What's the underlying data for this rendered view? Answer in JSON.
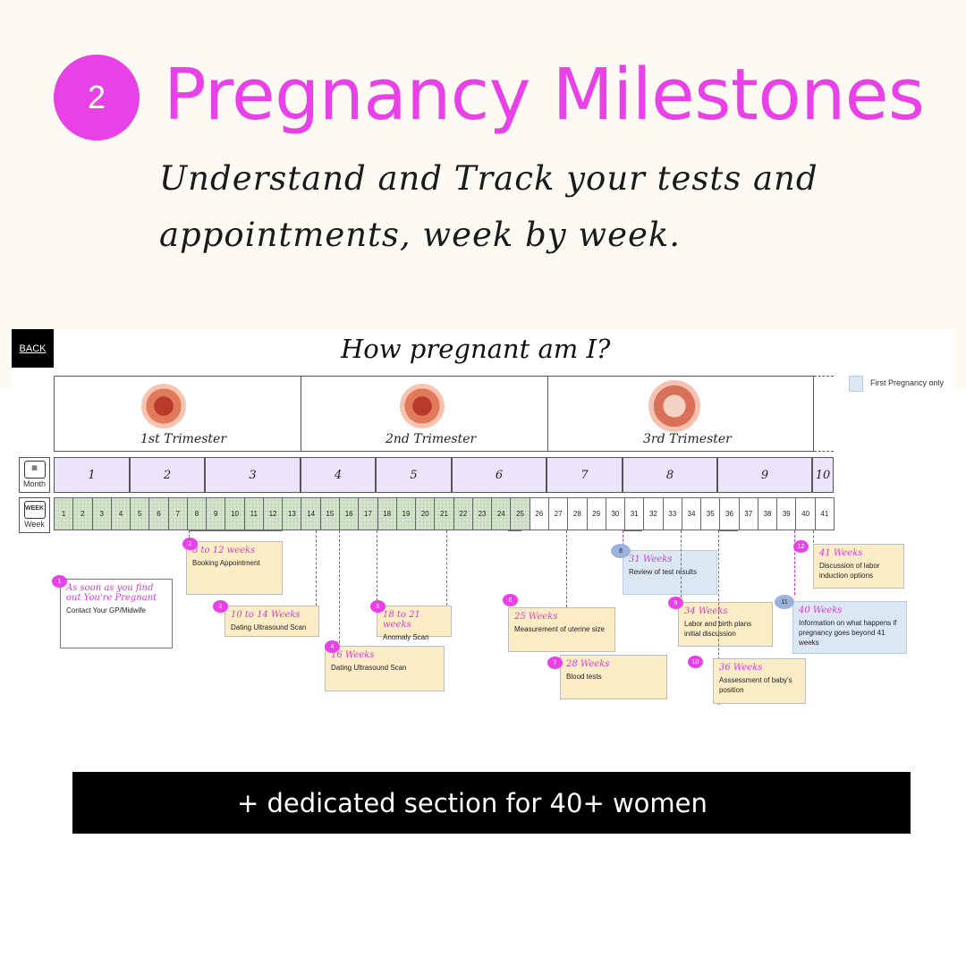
{
  "header": {
    "step_number": "2",
    "title": "Pregnancy Milestones",
    "subtitle": "Understand and Track your tests and appointments, week by week."
  },
  "sheet": {
    "back_label": "BACK",
    "title": "How pregnant am I?",
    "legend_label": "First Pregnancy only",
    "month_row_label": "Month",
    "week_row_label": "Week",
    "trimesters": [
      "1st Trimester",
      "2nd Trimester",
      "3rd Trimester"
    ],
    "months": [
      "1",
      "2",
      "3",
      "4",
      "5",
      "6",
      "7",
      "8",
      "9",
      "10"
    ],
    "weeks": [
      "1",
      "2",
      "3",
      "4",
      "5",
      "6",
      "7",
      "8",
      "9",
      "10",
      "11",
      "12",
      "13",
      "14",
      "15",
      "16",
      "17",
      "18",
      "19",
      "20",
      "21",
      "22",
      "23",
      "24",
      "25",
      "26",
      "27",
      "28",
      "29",
      "30",
      "31",
      "32",
      "33",
      "34",
      "35",
      "36",
      "37",
      "38",
      "39",
      "40",
      "41"
    ]
  },
  "milestones": [
    {
      "num": "1",
      "week": "As soon as you find out You're Pregnant",
      "desc": "Contact Your GP/Midwife",
      "style": "white"
    },
    {
      "num": "2",
      "week": "8 to 12 weeks",
      "desc": "Booking Appointment",
      "style": "yellow"
    },
    {
      "num": "3",
      "week": "10 to 14 Weeks",
      "desc": "Dating Ultrasound Scan",
      "style": "yellow"
    },
    {
      "num": "4",
      "week": "16 Weeks",
      "desc": "Dating Ultrasound Scan",
      "style": "yellow"
    },
    {
      "num": "5",
      "week": "18 to 21 weeks",
      "desc": "Anomaly Scan",
      "style": "yellow"
    },
    {
      "num": "6",
      "week": "25 Weeks",
      "desc": "Measurement of uterine size",
      "style": "yellow"
    },
    {
      "num": "7",
      "week": "28 Weeks",
      "desc": "Blood tests",
      "style": "yellow"
    },
    {
      "num": "8",
      "week": "31 Weeks",
      "desc": "Review of test results",
      "style": "blue"
    },
    {
      "num": "9",
      "week": "34 Weeks",
      "desc": "Labor and birth plans initial  discussion",
      "style": "yellow"
    },
    {
      "num": "10",
      "week": "36 Weeks",
      "desc": "Asssessment of baby's position",
      "style": "yellow"
    },
    {
      "num": "11",
      "week": "40 Weeks",
      "desc": "Information on what happens if pregnancy goes beyond 41 weeks",
      "style": "blue"
    },
    {
      "num": "12",
      "week": "41 Weeks",
      "desc": "Discussion of labor induction options",
      "style": "yellow"
    }
  ],
  "footer": {
    "banner_text": "+ dedicated section for 40+ women"
  }
}
